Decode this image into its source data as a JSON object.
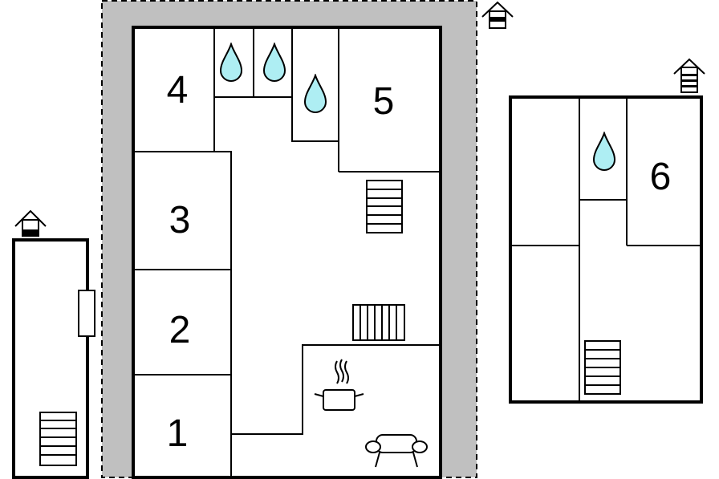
{
  "plan": {
    "room_labels": [
      "1",
      "2",
      "3",
      "4",
      "5",
      "6"
    ],
    "colors": {
      "wall": "#000000",
      "surround": "#c0c0c0",
      "water": "#aeeef3",
      "background": "#ffffff"
    },
    "icons": [
      "house-level-icon",
      "water-drop-icon",
      "stairs-icon",
      "radiator-icon",
      "cooking-pot-icon",
      "sofa-icon",
      "door-icon"
    ]
  }
}
